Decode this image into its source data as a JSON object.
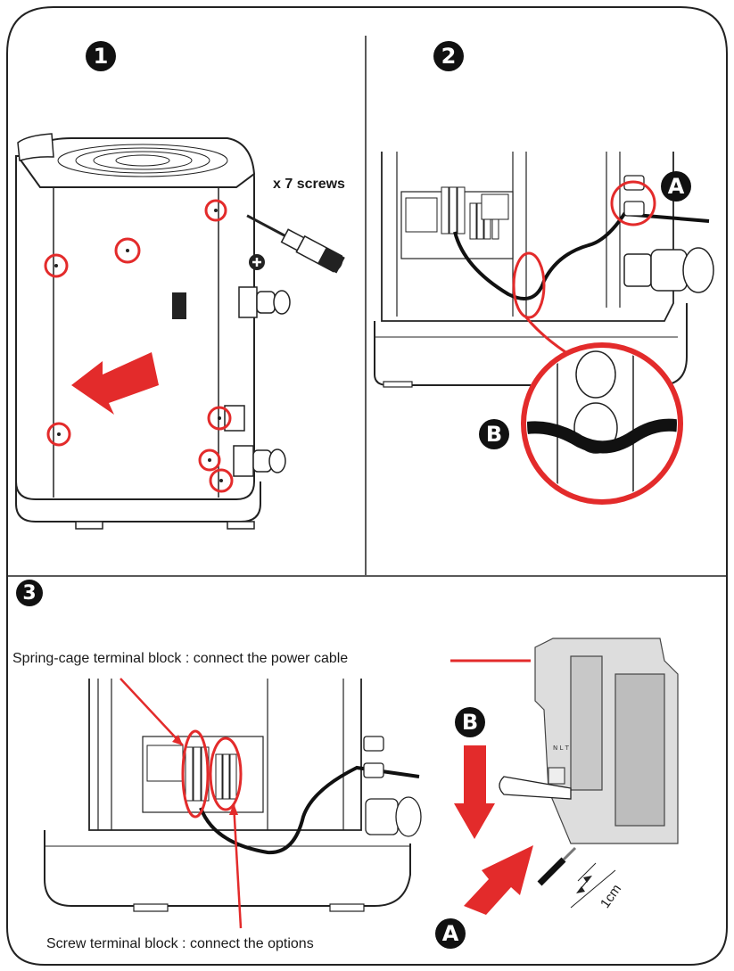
{
  "steps": {
    "step1": {
      "number": "1",
      "quantity_label": "x 7 screws"
    },
    "step2": {
      "number": "2",
      "callout_a": "A",
      "callout_b": "B"
    },
    "step3": {
      "number": "3",
      "spring_cage_label": "Spring-cage terminal block : connect the power cable",
      "screw_terminal_label": "Screw terminal block : connect the options",
      "arrow_b_label": "B",
      "arrow_a_label": "A",
      "strip_length_label": "1cm"
    }
  },
  "colors": {
    "accent_red": "#e32b2b",
    "outline": "#222222",
    "line_gray": "#555555"
  }
}
